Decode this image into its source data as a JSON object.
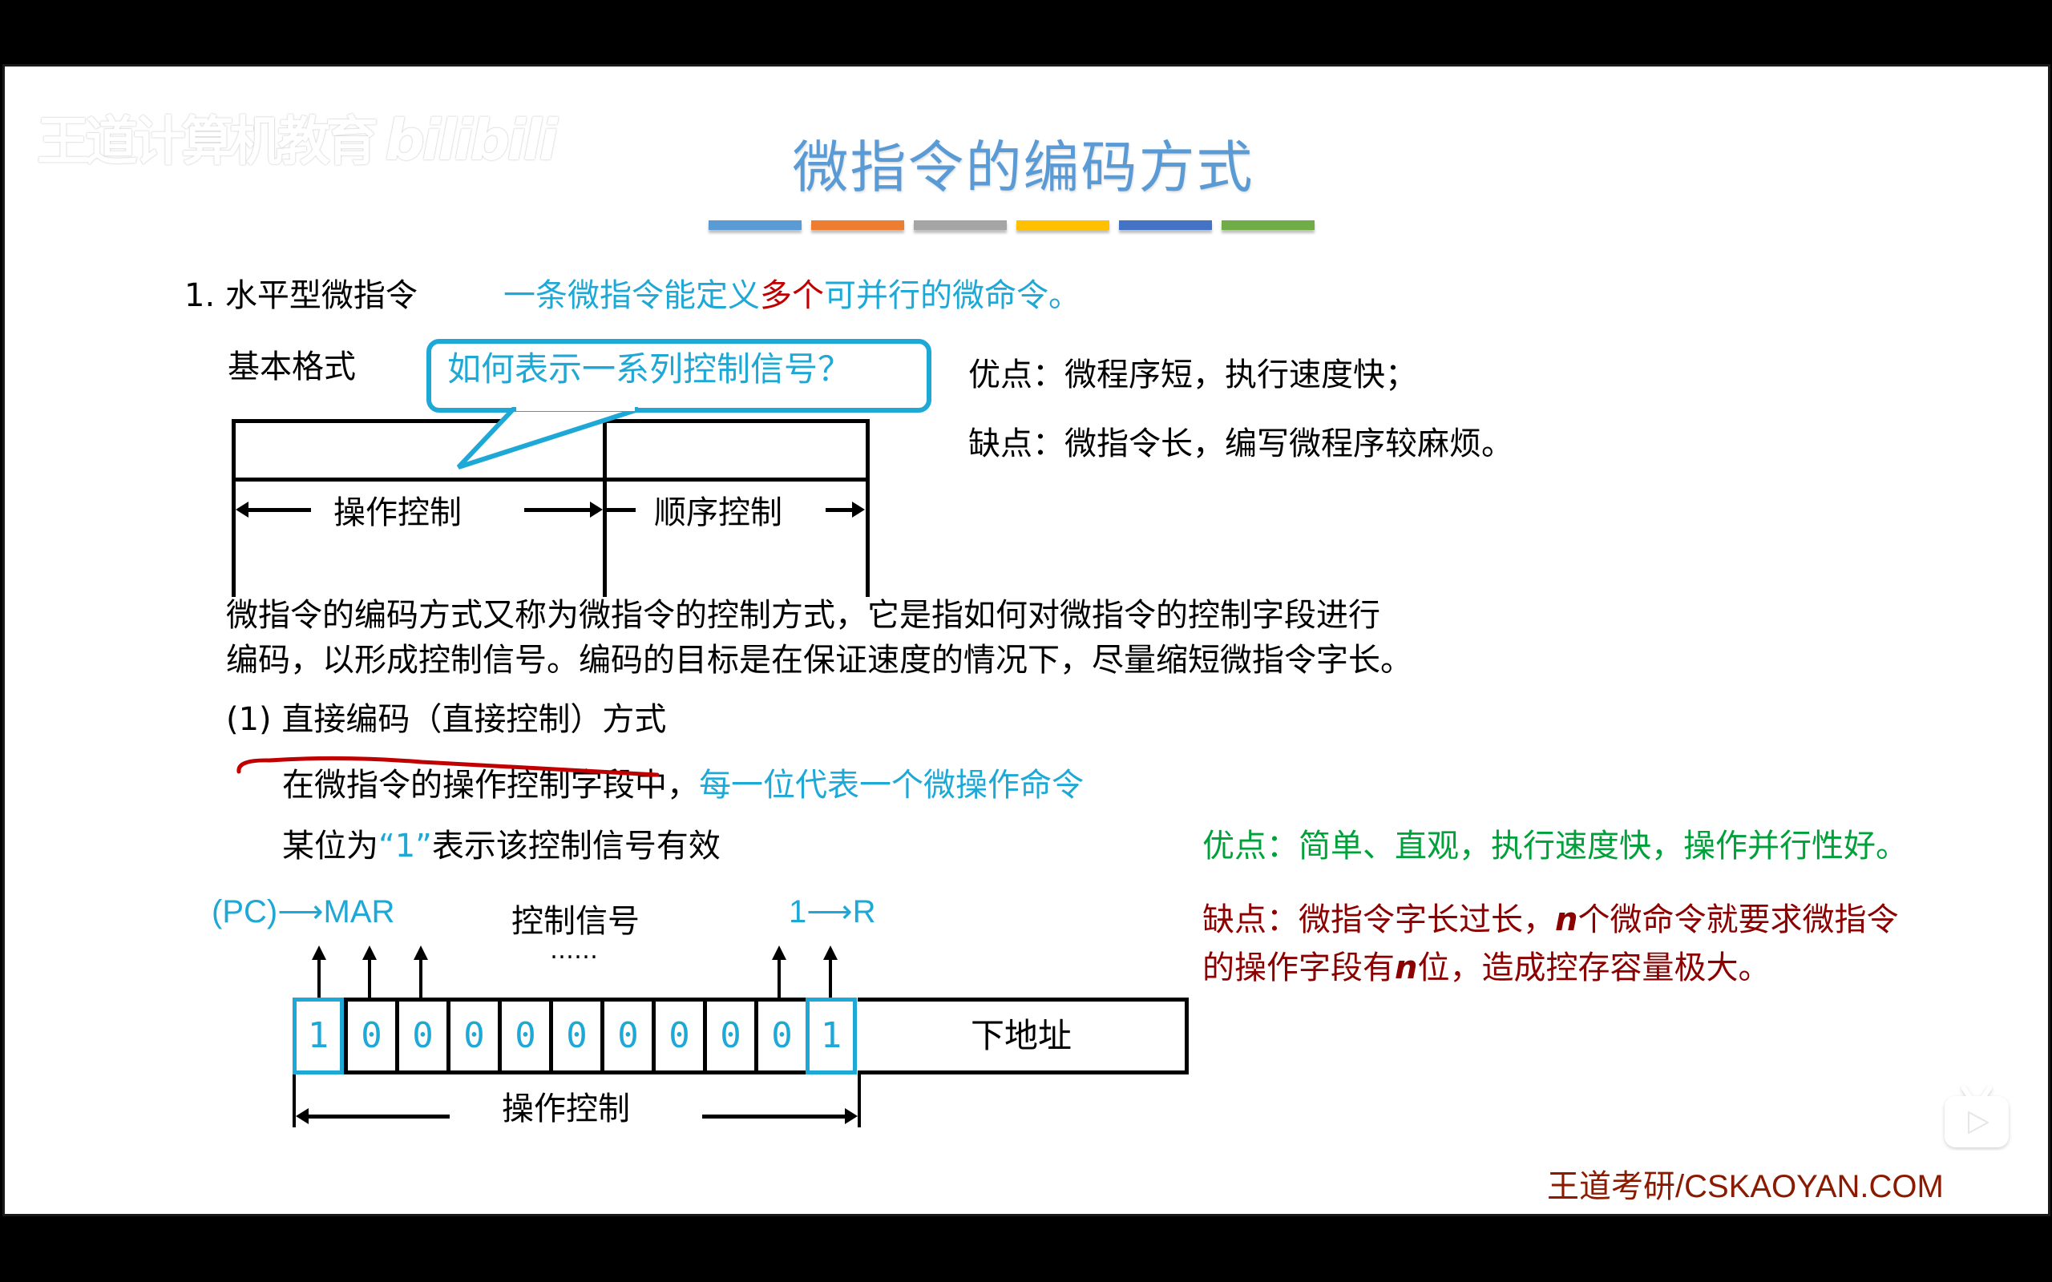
{
  "watermark": {
    "brand": "王道计算机教育",
    "platform": "bilibili"
  },
  "slide": {
    "title": "微指令的编码方式",
    "title_color": "#5b9bd5",
    "color_bars": [
      "#5b9bd5",
      "#ed7d31",
      "#a5a5a5",
      "#ffc000",
      "#4472c4",
      "#70ad47"
    ],
    "section1": {
      "number": "1.",
      "heading": "水平型微指令",
      "definition_part1": "一条微指令能定义",
      "definition_highlight": "多个",
      "definition_part2": "可并行的微命令。",
      "basic_format_label": "基本格式",
      "bubble_text": "如何表示一系列控制信号？",
      "format_fields": [
        "操作控制",
        "顺序控制"
      ],
      "pros": "优点：微程序短，执行速度快；",
      "cons": "缺点：微指令长，编写微程序较麻烦。"
    },
    "paragraph": {
      "line1": "微指令的编码方式又称为微指令的控制方式，它是指如何对微指令的控制字段进行",
      "line2": "编码，以形成控制信号。编码的目标是在保证速度的情况下，尽量缩短微指令字长。"
    },
    "subsection1": {
      "heading": "(1) 直接编码（直接控制）方式",
      "desc1_part1": "在微指令的操作控制字段中，",
      "desc1_part2": "每一位代表一个微操作命令",
      "desc2_part1": "某位为",
      "desc2_quote": "“1”",
      "desc2_part2": "表示该控制信号有效",
      "pros": "优点：简单、直观，执行速度快，操作并行性好。",
      "cons_line1_a": "缺点：微指令字长过长，",
      "cons_line1_n": "n",
      "cons_line1_b": "个微命令就要求微指令",
      "cons_line2_a": "的操作字段有",
      "cons_line2_n": "n",
      "cons_line2_b": "位，造成控存容量极大。"
    },
    "diagram": {
      "signal_left": "(PC)⟶MAR",
      "signal_title": "控制信号",
      "ellipsis": "……",
      "signal_right": "1⟶R",
      "bits": [
        "1",
        "0",
        "0",
        "0",
        "0",
        "0",
        "0",
        "0",
        "0",
        "0",
        "1"
      ],
      "highlighted_bits": [
        0,
        10
      ],
      "next_address_label": "下地址",
      "operation_label": "操作控制"
    },
    "footer": "王道考研/CSKAOYAN.COM"
  },
  "player": {
    "icon": "bilibili-tv-play-icon"
  }
}
